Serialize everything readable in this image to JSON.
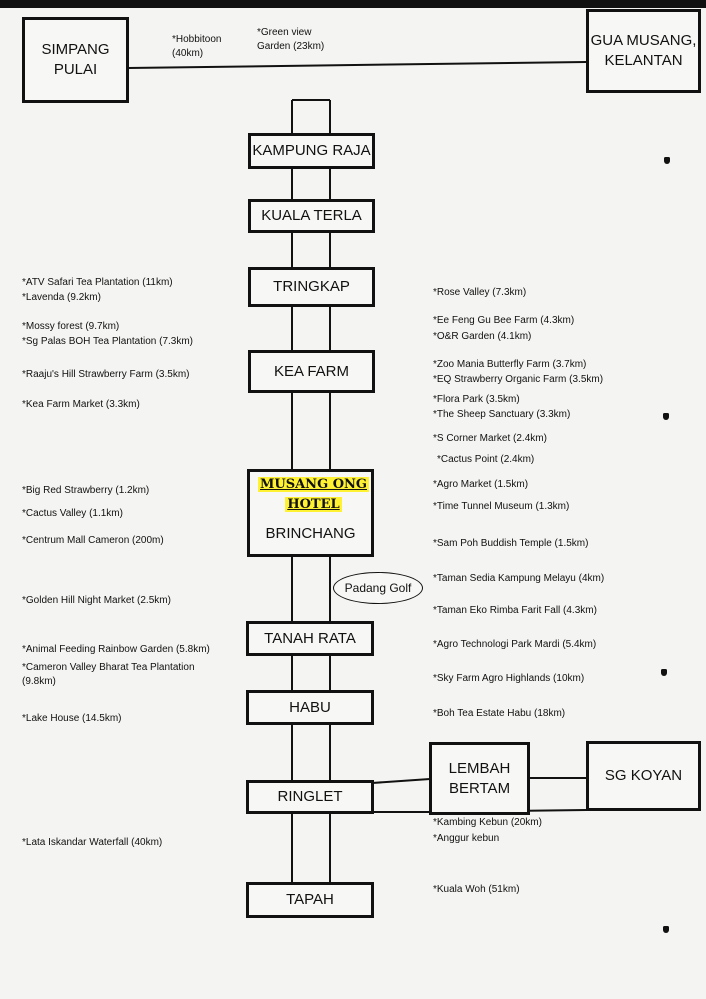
{
  "towns": {
    "simpang_pulai": "SIMPANG\nPULAI",
    "gua_musang": "GUA MUSANG,\nKELANTAN",
    "kampung_raja": "KAMPUNG RAJA",
    "kuala_terla": "KUALA TERLA",
    "tringkap": "TRINGKAP",
    "kea_farm": "KEA FARM",
    "brinchang": "BRINCHANG",
    "tanah_rata": "TANAH RATA",
    "habu": "HABU",
    "ringlet": "RINGLET",
    "tapah": "TAPAH",
    "lembah_bertam": "LEMBAH\nBERTAM",
    "sg_koyan": "SG KOYAN"
  },
  "hotel": {
    "line1": "MUSANG ONG",
    "line2": "HOTEL"
  },
  "padang_golf": "Padang Golf",
  "top_notes": {
    "hobbitoon": "*Hobbitoon\n(40km)",
    "green_view": "*Green view\nGarden (23km)"
  },
  "left_notes": [
    "*ATV Safari Tea Plantation (11km)",
    "*Lavenda (9.2km)",
    "*Mossy forest (9.7km)",
    "*Sg Palas BOH Tea Plantation (7.3km)",
    "*Raaju's Hill Strawberry Farm (3.5km)",
    "*Kea Farm Market (3.3km)",
    "*Big Red Strawberry (1.2km)",
    "*Cactus Valley (1.1km)",
    "*Centrum Mall Cameron (200m)",
    "*Golden Hill Night Market (2.5km)",
    "*Animal Feeding Rainbow Garden (5.8km)",
    "*Cameron Valley Bharat Tea Plantation\n(9.8km)",
    "*Lake House (14.5km)",
    "*Lata Iskandar Waterfall (40km)"
  ],
  "right_notes": [
    "*Rose Valley (7.3km)",
    "*Ee Feng Gu Bee Farm (4.3km)",
    "*O&R Garden (4.1km)",
    "*Zoo Mania Butterfly Farm (3.7km)",
    "*EQ Strawberry Organic Farm (3.5km)",
    "*Flora Park (3.5km)",
    "*The Sheep Sanctuary (3.3km)",
    "*S Corner Market (2.4km)",
    "*Cactus Point (2.4km)",
    "*Agro Market (1.5km)",
    "*Time Tunnel Museum (1.3km)",
    "*Sam Poh Buddish Temple (1.5km)",
    "*Taman Sedia Kampung Melayu (4km)",
    "*Taman Eko Rimba Farit Fall (4.3km)",
    "*Agro Technologi Park Mardi (5.4km)",
    "*Sky Farm Agro Highlands (10km)",
    "*Boh Tea Estate Habu (18km)",
    "*Kambing Kebun (20km)",
    "*Anggur kebun",
    "*Kuala Woh (51km)"
  ]
}
